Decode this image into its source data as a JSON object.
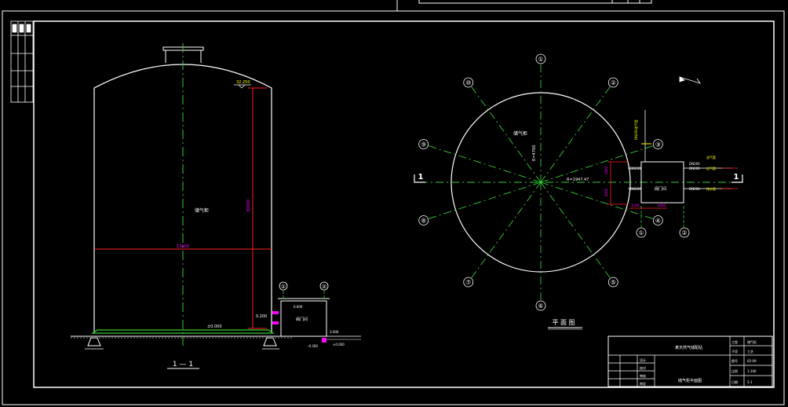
{
  "colors": {
    "background": "#000000",
    "linework": "#ffffff",
    "centerline": "#33cc33",
    "dimension": "#ff2020",
    "dim_text": "#ff00ff",
    "annotation": "#ffff00"
  },
  "elevation_view": {
    "section_label": "1 — 1",
    "inner_label": "储气柜",
    "top_level": "32.250",
    "vertical_dim": "30000",
    "horizontal_dim": "13000",
    "base_level": "±0.000",
    "right_level": "0.200",
    "valve_room_label": "阀门间",
    "axis_1": "①",
    "axis_2": "②",
    "small_levels": [
      "0.600",
      "3.000",
      "-0.300",
      "±0.000"
    ]
  },
  "plan_view": {
    "title": "平 面 图",
    "inner_label": "储气柜",
    "radius_label": "R=4700",
    "offset_label": "R=1947.47",
    "section_marker": "1",
    "axis_labels": [
      "①",
      "②",
      "③",
      "④",
      "⑤",
      "⑥",
      "⑦",
      "⑧",
      "⑨",
      "⑩"
    ],
    "pipe_tags": [
      "DN200",
      "DN200",
      "DN200",
      "DN200",
      "DN200"
    ],
    "pipe_notes": [
      "进气管",
      "出气管",
      "排水管"
    ],
    "room_label": "阀门间",
    "dims": [
      "2000",
      "2000",
      "1500",
      "4000"
    ],
    "valve_axis_1": "①",
    "valve_axis_2": "②",
    "vertical_note": "DN200进气管"
  },
  "title_block": {
    "project": "某天然气储配站",
    "sheet_title": "储气柜平面图",
    "rows": [
      {
        "k": "工程",
        "v": "储气柜"
      },
      {
        "k": "子项",
        "v": "工艺"
      },
      {
        "k": "图号",
        "v": "02-09"
      },
      {
        "k": "比例",
        "v": "1:100"
      },
      {
        "k": "日期",
        "v": "5-1"
      }
    ],
    "sign_labels": [
      "设计",
      "校对",
      "审核",
      "审定"
    ]
  }
}
